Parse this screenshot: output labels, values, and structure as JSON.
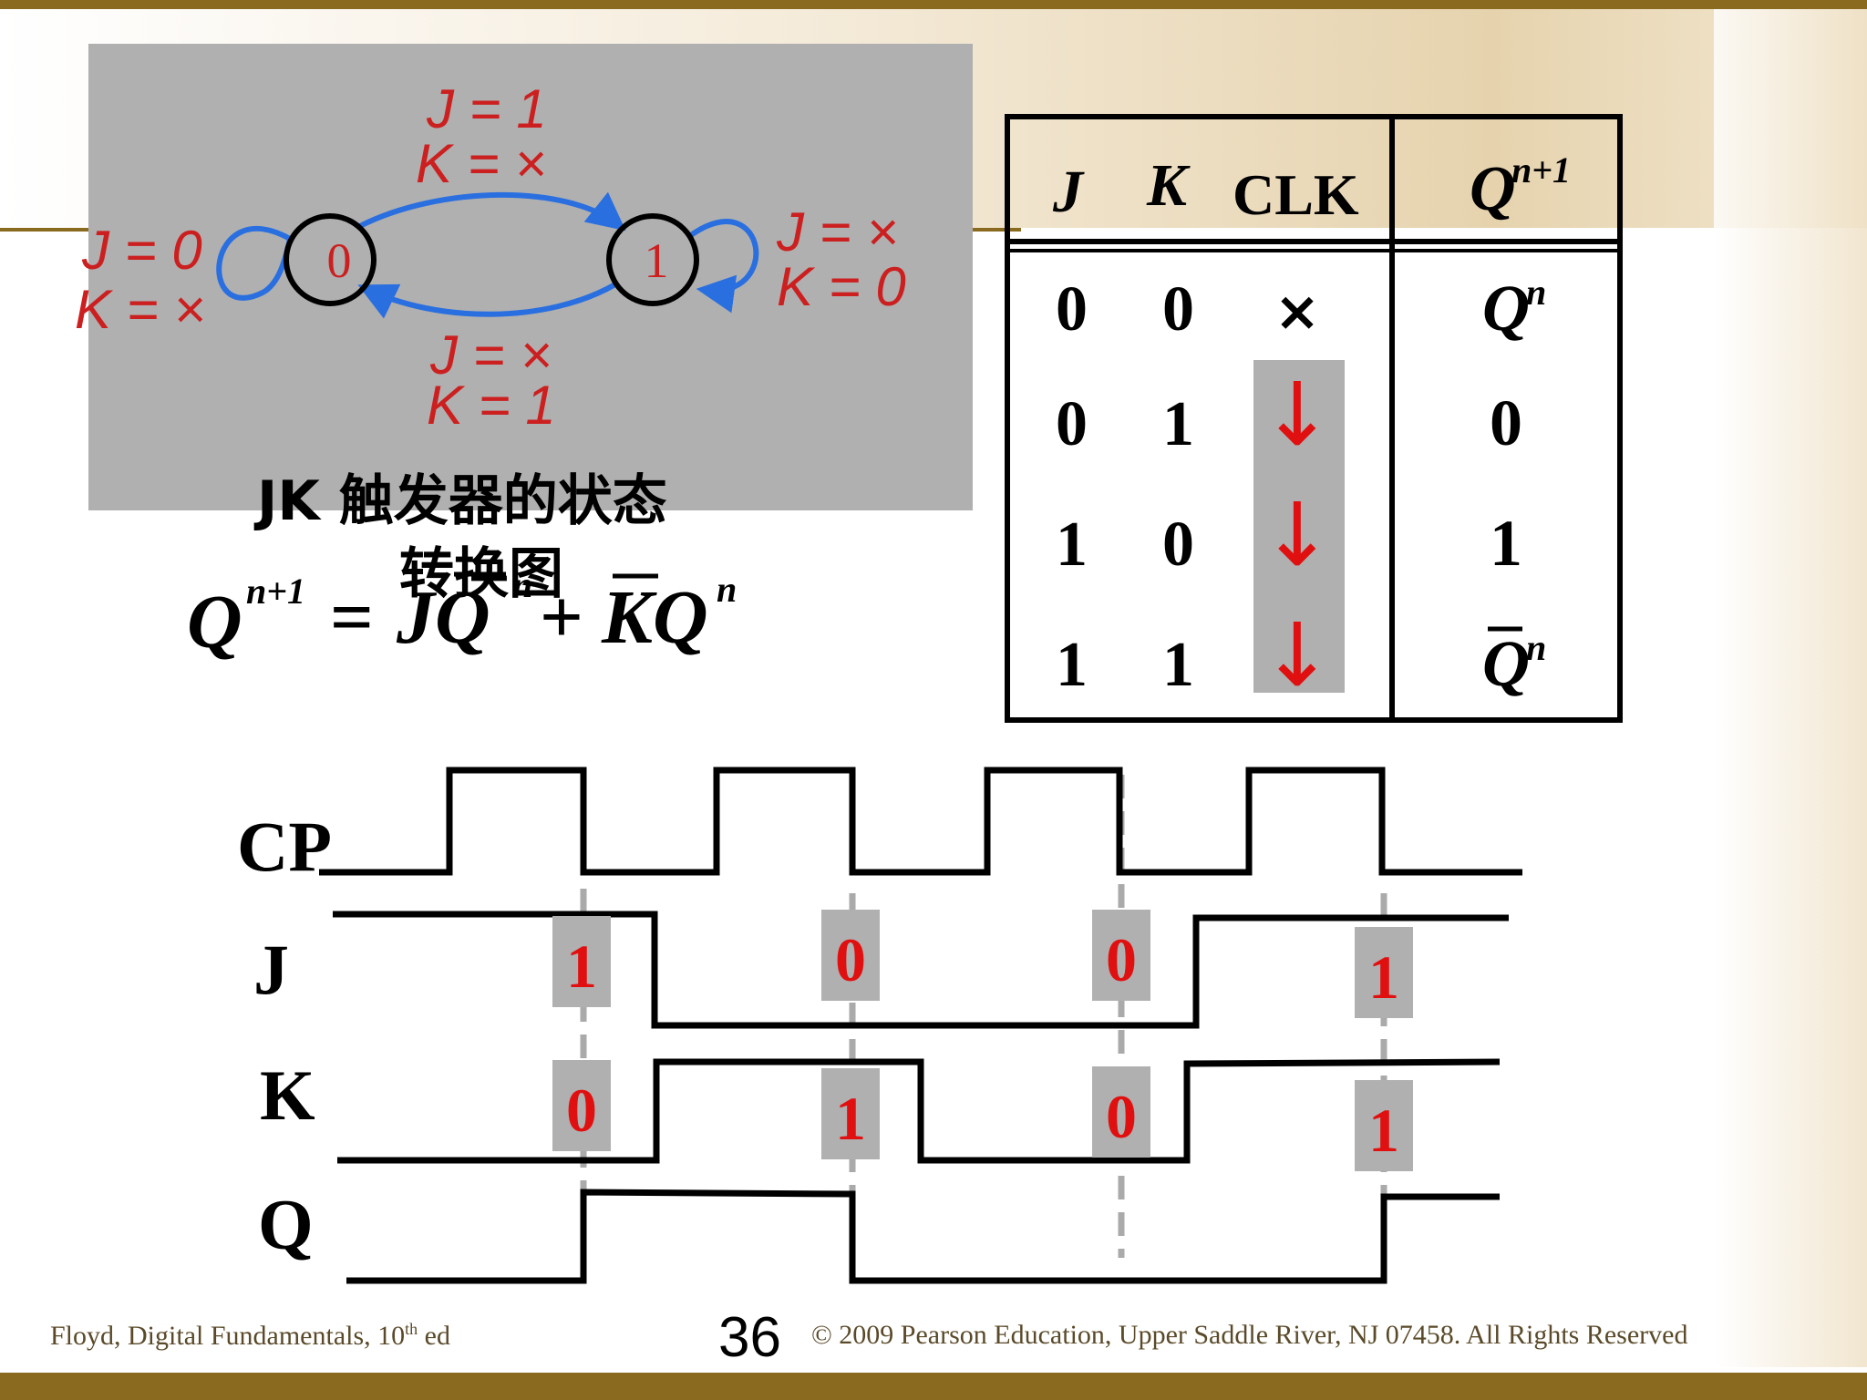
{
  "state_diagram": {
    "states": [
      "0",
      "1"
    ],
    "top_arc": {
      "j": "J = 1",
      "k": "K = ×"
    },
    "bottom_arc": {
      "j": "J = ×",
      "k": "K = 1"
    },
    "loop_0": {
      "j": "J = 0",
      "k": "K = ×"
    },
    "loop_1": {
      "j": "J = ×",
      "k": "K = 0"
    },
    "caption_line1": "JK 触发器的状态",
    "caption_line2": "转换图"
  },
  "equation": {
    "lhs": "Q",
    "lhs_sup": "n+1",
    "equals": "=",
    "term1": "JQ",
    "term1_sup": "n",
    "plus": "+",
    "term2": "KQ",
    "term2_sup": "n"
  },
  "truth_table": {
    "headers": {
      "j": "J",
      "k": "K",
      "clk": "CLK",
      "q": "Q",
      "q_sup": "n+1"
    },
    "rows": [
      {
        "j": "0",
        "k": "0",
        "clk": "×",
        "q": "Q",
        "q_sup": "n",
        "q_bar": false
      },
      {
        "j": "0",
        "k": "1",
        "clk": "↓",
        "q": "0",
        "q_sup": "",
        "q_bar": false
      },
      {
        "j": "1",
        "k": "0",
        "clk": "↓",
        "q": "1",
        "q_sup": "",
        "q_bar": false
      },
      {
        "j": "1",
        "k": "1",
        "clk": "↓",
        "q": "Q",
        "q_sup": "n",
        "q_bar": true
      }
    ],
    "arrow_color": "#e01010"
  },
  "timing": {
    "signals": [
      "CP",
      "J",
      "K",
      "Q"
    ],
    "j_samples": [
      "1",
      "0",
      "0",
      "1"
    ],
    "k_samples": [
      "0",
      "1",
      "0",
      "1"
    ],
    "sample_color": "#e01010"
  },
  "footer": {
    "left_text": "Floyd, Digital Fundamentals, 10",
    "left_sup": "th",
    "left_suffix": " ed",
    "page_number": "36",
    "right_text": "© 2009 Pearson Education, Upper Saddle River, NJ 07458. All Rights Reserved"
  },
  "colors": {
    "gray_panel": "#b0b0b0",
    "label_red": "#cc1f1f",
    "arrow_blue": "#2a6fe0",
    "border_gold": "#8a6a1e"
  }
}
